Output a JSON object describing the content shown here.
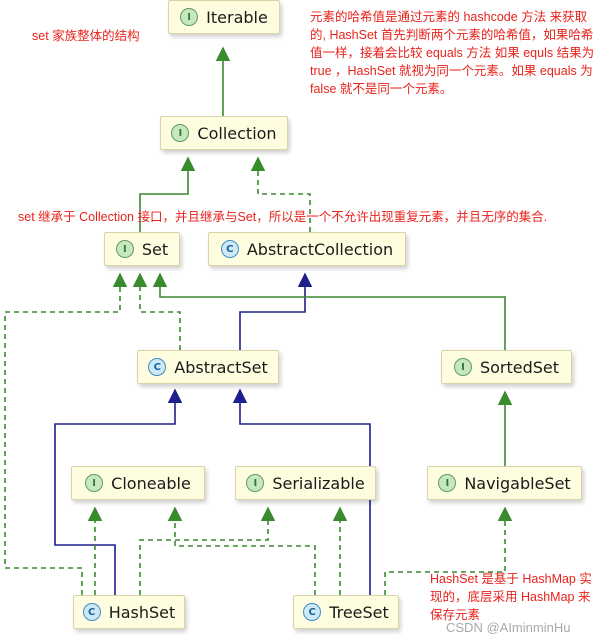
{
  "nodes": {
    "iterable": {
      "label": "Iterable",
      "kind": "I"
    },
    "collection": {
      "label": "Collection",
      "kind": "I"
    },
    "set": {
      "label": "Set",
      "kind": "I"
    },
    "abstract_collection": {
      "label": "AbstractCollection",
      "kind": "C"
    },
    "abstract_set": {
      "label": "AbstractSet",
      "kind": "C"
    },
    "sorted_set": {
      "label": "SortedSet",
      "kind": "I"
    },
    "cloneable": {
      "label": "Cloneable",
      "kind": "I"
    },
    "serializable": {
      "label": "Serializable",
      "kind": "I"
    },
    "navigable_set": {
      "label": "NavigableSet",
      "kind": "I"
    },
    "hash_set": {
      "label": "HashSet",
      "kind": "C"
    },
    "tree_set": {
      "label": "TreeSet",
      "kind": "C"
    }
  },
  "notes": {
    "family": "set 家族整体的结构",
    "hash_rule": "元素的哈希值是通过元素的 hashcode 方法 来获取的, HashSet 首先判断两个元素的哈希值，如果哈希值一样，接着会比较 equals 方法 如果 equls 结果为 true ，HashSet 就视为同一个元素。如果 equals 为 false 就不是同一个元素。",
    "set_desc": "set 继承于 Collection 接口，并且继承与Set，所以是一个不允许出现重复元素，并且无序的集合.",
    "hashmap": "HashSet 是基于 HashMap 实现的，底层采用 HashMap 来保存元素"
  },
  "watermark": "CSDN @AIminminHu",
  "colors": {
    "node_fill": "#fffde0",
    "interface_arrow": "#3a8a2e",
    "class_arrow": "#1e1e8c",
    "note_text": "#e8231c",
    "interface_badge": "#c8e6c0",
    "class_badge": "#cfe8f5"
  }
}
